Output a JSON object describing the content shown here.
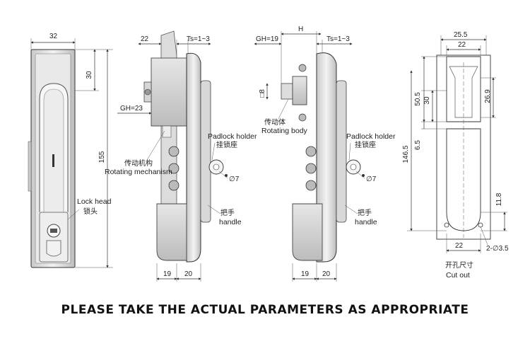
{
  "view_front": {
    "width_dim": "32",
    "top_dim": "30",
    "height_dim": "155",
    "lock_head_en": "Lock head",
    "lock_head_zh": "锁头"
  },
  "view_side_left": {
    "dim_22": "22",
    "ts_dim": "Ts=1~3",
    "gh_dim": "GH=23",
    "mech_zh": "传动机构",
    "mech_en": "Rotating mechanism",
    "padlock_en": "Padlock holder",
    "padlock_zh": "挂锁座",
    "hole_dim": "∅7",
    "handle_zh": "把手",
    "handle_en": "handle",
    "bottom_19": "19",
    "bottom_20": "20"
  },
  "view_side_right": {
    "gh_dim": "GH=19",
    "h_dim": "H",
    "ts_dim": "Ts=1~3",
    "square_dim": "□8",
    "body_zh": "传动体",
    "body_en": "Rotating body",
    "padlock_en": "Padlock holder",
    "padlock_zh": "挂锁座",
    "hole_dim": "∅7",
    "handle_zh": "把手",
    "handle_en": "handle",
    "bottom_19": "19",
    "bottom_20": "20"
  },
  "view_cutout": {
    "top_25_5": "25.5",
    "top_22": "22",
    "left_50_5": "50.5",
    "left_30": "30",
    "right_26_9": "26.9",
    "left_6_5": "6.5",
    "left_146_5": "146.5",
    "right_11_8": "11.8",
    "bottom_22": "22",
    "holes_dim": "2-∅3.5",
    "cutout_zh": "开孔尺寸",
    "cutout_en": "Cut out"
  },
  "footer": {
    "notice": "PLEASE TAKE THE ACTUAL PARAMETERS AS APPROPRIATE"
  }
}
